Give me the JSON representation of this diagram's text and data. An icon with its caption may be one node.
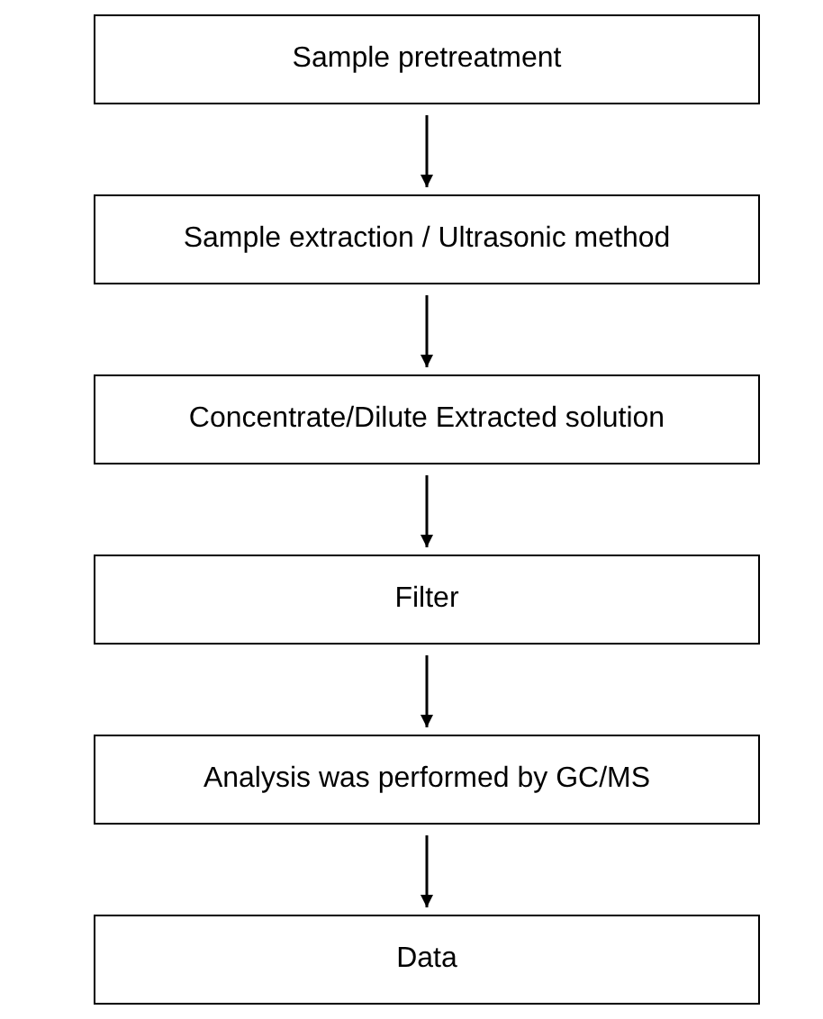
{
  "diagram": {
    "nodes": [
      {
        "text": [
          "Sample pretreatment"
        ]
      },
      {
        "text": [
          "Sample extraction / Ultrasonic method"
        ]
      },
      {
        "text": [
          "Concentrate/Dilute Extracted solution"
        ]
      },
      {
        "text": [
          "Filter"
        ]
      },
      {
        "text": [
          "Analysis was performed by GC/MS"
        ]
      },
      {
        "text": [
          "Data"
        ]
      }
    ],
    "edges": [
      {
        "from": 0,
        "to": 1,
        "arrow": "to"
      },
      {
        "from": 1,
        "to": 2,
        "arrow": "to"
      },
      {
        "from": 2,
        "to": 3,
        "arrow": "to"
      },
      {
        "from": 3,
        "to": 4,
        "arrow": "to"
      },
      {
        "from": 4,
        "to": 5,
        "arrow": "to"
      }
    ]
  }
}
